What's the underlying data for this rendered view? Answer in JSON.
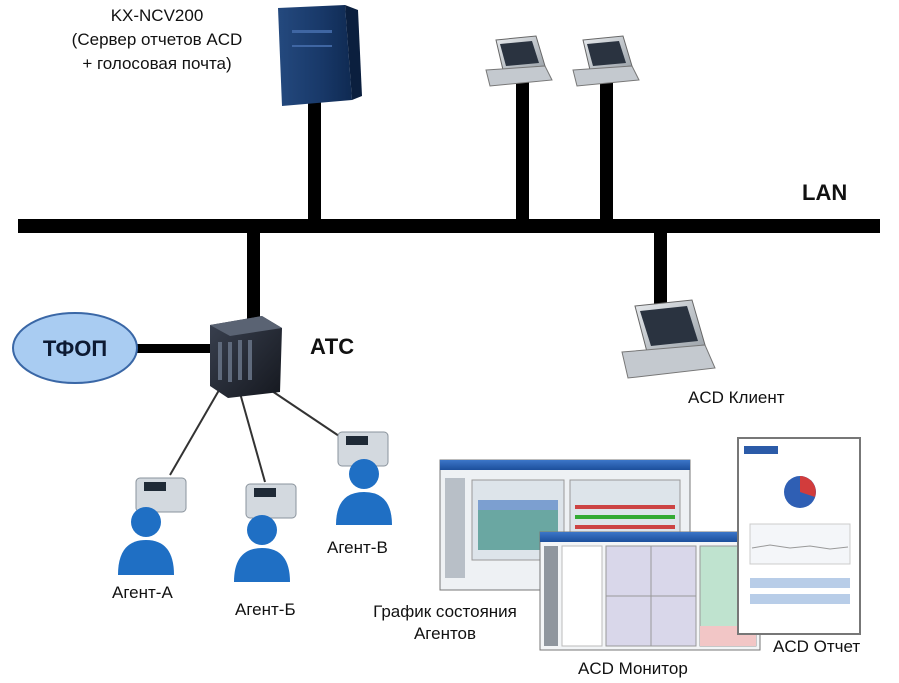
{
  "server": {
    "model": "KX-NCV200",
    "desc_line1": "(Сервер отчетов ACD",
    "desc_line2": "+ голосовая почта)"
  },
  "network": {
    "lan": "LAN"
  },
  "pbx": {
    "label": "АТС"
  },
  "pstn": {
    "label": "ТФОП"
  },
  "client": {
    "label": "ACD Клиент"
  },
  "agents": [
    {
      "label": "Агент-А"
    },
    {
      "label": "Агент-Б"
    },
    {
      "label": "Агент-В"
    }
  ],
  "screens": {
    "status_graph_line1": "График состояния",
    "status_graph_line2": "Агентов",
    "monitor": "ACD Монитор",
    "report": "ACD Отчет"
  },
  "colors": {
    "line": "#000000",
    "server_blue": "#1d3f73",
    "pstn_fill": "#a9ccf2",
    "agent_blue": "#1f6fc4",
    "phone_gray": "#cfd6dc"
  }
}
